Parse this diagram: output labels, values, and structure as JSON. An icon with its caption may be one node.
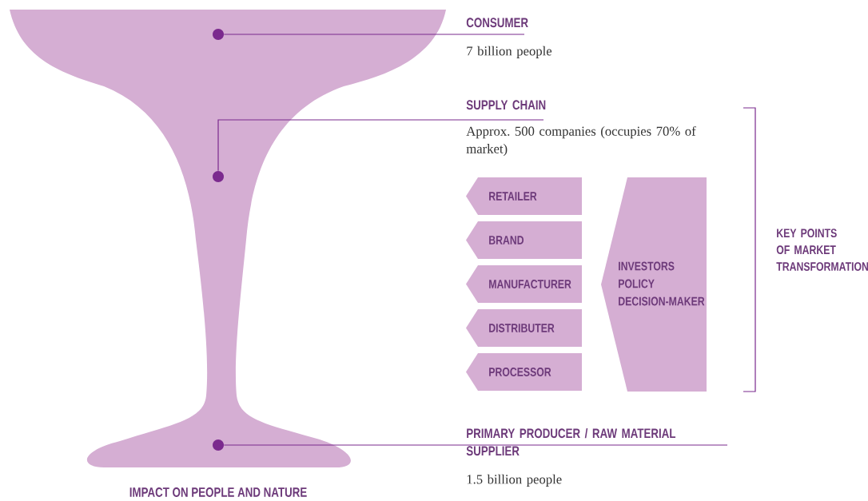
{
  "diagram": {
    "nodes": [
      {
        "text": [
          "CONSUMER",
          "7 billion people"
        ]
      },
      {
        "text": [],
        "shape": "circle"
      },
      {
        "text": [
          "SUPPLY CHAIN",
          "Approx. 500 companies (occupies 70% of market)"
        ]
      },
      {
        "text": [],
        "shape": "circle"
      },
      {
        "text": [
          "RETAILER"
        ]
      },
      {
        "text": [
          "BRAND"
        ]
      },
      {
        "text": [
          "MANUFACTURER"
        ]
      },
      {
        "text": [
          "DISTRIBUTER"
        ]
      },
      {
        "text": [
          "PROCESSOR"
        ]
      },
      {
        "text": [
          "INVESTORS",
          "POLICY",
          "DECISION-MAKER"
        ]
      },
      {
        "text": [
          "PRIMARY PRODUCER / RAW MATERIAL SUPPLIER",
          "1.5 billion people"
        ]
      },
      {
        "text": [],
        "shape": "circle"
      }
    ],
    "edges": [
      {
        "from": 0,
        "to": 1,
        "arrow": "none"
      },
      {
        "from": 2,
        "to": 3,
        "arrow": "none"
      },
      {
        "from": 10,
        "to": 11,
        "arrow": "none"
      }
    ],
    "labels": [
      "KEY POINTS OF MARKET TRANSFORMATION",
      "IMPACT ON PEOPLE AND NATURE"
    ]
  }
}
